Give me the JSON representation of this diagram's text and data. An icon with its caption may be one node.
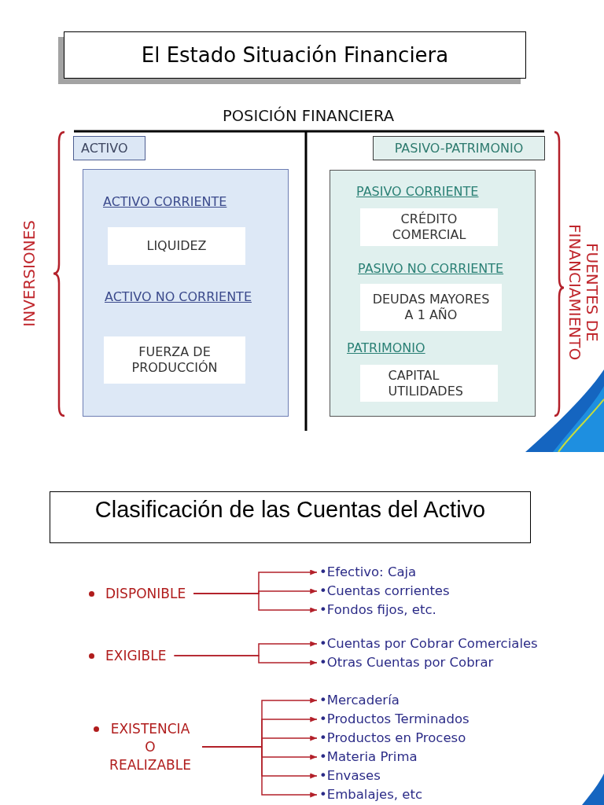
{
  "diagram": {
    "nodes": [
      {
        "text": [
          "El Estado Situación Financiera"
        ]
      },
      {
        "text": [
          "ACTIVO"
        ]
      },
      {
        "text": [
          "PASIVO-PATRIMONIO"
        ]
      },
      {
        "text": [
          "ACTIVO CORRIENTE",
          "ACTIVO NO CORRIENTE"
        ]
      },
      {
        "text": [
          "LIQUIDEZ"
        ],
        "in": 3
      },
      {
        "text": [
          "FUERZA DE PRODUCCIÓN"
        ],
        "in": 3
      },
      {
        "text": [
          "PASIVO CORRIENTE",
          "PASIVO NO CORRIENTE",
          "PATRIMONIO"
        ]
      },
      {
        "text": [
          "CRÉDITO COMERCIAL"
        ],
        "in": 6
      },
      {
        "text": [
          "DEUDAS MAYORES A 1 AÑO"
        ],
        "in": 6
      },
      {
        "text": [
          "CAPITAL UTILIDADES"
        ],
        "in": 6
      },
      {
        "text": [
          "Clasificación de las Cuentas del Activo"
        ]
      },
      {
        "text": [
          "DISPONIBLE"
        ]
      },
      {
        "text": [
          "•Efectivo: Caja"
        ]
      },
      {
        "text": [
          "•Cuentas corrientes"
        ]
      },
      {
        "text": [
          "•Fondos fijos, etc."
        ]
      },
      {
        "text": [
          "EXIGIBLE"
        ]
      },
      {
        "text": [
          "•Cuentas por Cobrar Comerciales"
        ]
      },
      {
        "text": [
          "•Otras Cuentas por Cobrar"
        ]
      },
      {
        "text": [
          "EXISTENCIA O REALIZABLE"
        ]
      },
      {
        "text": [
          "•Mercadería"
        ]
      },
      {
        "text": [
          "•Productos Terminados"
        ]
      },
      {
        "text": [
          "•Productos en Proceso"
        ]
      },
      {
        "text": [
          "•Materia Prima"
        ]
      },
      {
        "text": [
          "•Envases"
        ]
      },
      {
        "text": [
          "•Embalajes, etc"
        ]
      }
    ],
    "edges": [
      {
        "from": 11,
        "to": 12,
        "arrow": "to"
      },
      {
        "from": 11,
        "to": 13,
        "arrow": "to"
      },
      {
        "from": 11,
        "to": 14,
        "arrow": "to"
      },
      {
        "from": 15,
        "to": 16,
        "arrow": "to"
      },
      {
        "from": 15,
        "to": 17,
        "arrow": "to"
      },
      {
        "from": 18,
        "to": 19,
        "arrow": "to"
      },
      {
        "from": 18,
        "to": 20,
        "arrow": "to"
      },
      {
        "from": 18,
        "to": 21,
        "arrow": "to"
      },
      {
        "from": 18,
        "to": 22,
        "arrow": "to"
      },
      {
        "from": 18,
        "to": 23,
        "arrow": "to"
      },
      {
        "from": 18,
        "to": 24,
        "arrow": "to"
      }
    ],
    "labels": [
      "POSICIÓN FINANCIERA",
      "INVERSIONES",
      "FUENTES DE FINANCIAMIENTO"
    ]
  }
}
